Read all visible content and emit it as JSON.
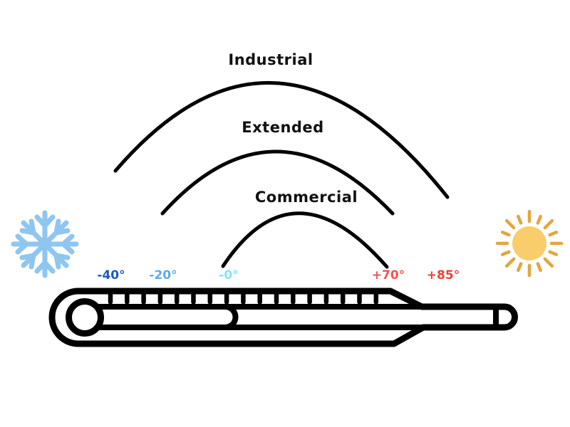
{
  "background": "#ffffff",
  "line_color": "#000000",
  "ranges": [
    {
      "id": "industrial",
      "label": "Industrial",
      "from": "-40°",
      "to": "+85°"
    },
    {
      "id": "extended",
      "label": "Extended",
      "from": "-20°",
      "to": "+70°"
    },
    {
      "id": "commercial",
      "label": "Commercial",
      "from": "-0°",
      "to": "+70°"
    }
  ],
  "scale": {
    "labels": [
      {
        "text": "-40°",
        "color": "#1B57C8"
      },
      {
        "text": "-20°",
        "color": "#57ABF2"
      },
      {
        "text": "-0°",
        "color": "#81E5F4"
      },
      {
        "text": "+70°",
        "color": "#F4524D"
      },
      {
        "text": "+85°",
        "color": "#F43C35"
      }
    ]
  },
  "icons": {
    "snowflake": {
      "name": "snowflake-icon",
      "color": "#8EC6F0"
    },
    "sun": {
      "name": "sun-icon",
      "disc_color": "#F9CD6C",
      "ray_color": "#E2A63F",
      "ray_count": 16
    }
  },
  "thermometer": {
    "tick_count": 17
  }
}
